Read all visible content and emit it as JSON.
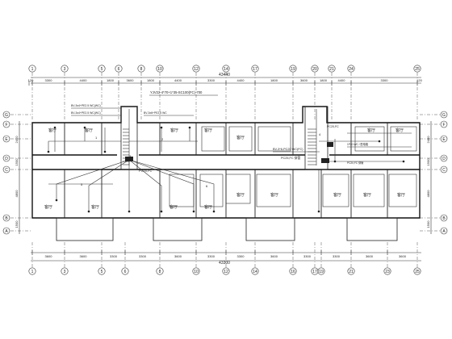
{
  "top_axes": [
    "1",
    "3",
    "5",
    "6",
    "8",
    "10",
    "12",
    "14",
    "17",
    "19",
    "20",
    "21",
    "24",
    "25"
  ],
  "bottom_axes": [
    "1",
    "3",
    "5",
    "6",
    "8",
    "10",
    "12",
    "14",
    "16",
    "17",
    "19",
    "21",
    "23",
    "25"
  ],
  "row_axes": [
    "G",
    "F",
    "E",
    "D",
    "C",
    "B",
    "A"
  ],
  "top_dims": [
    "120",
    "3300",
    "4400",
    "1800",
    "3600",
    "1800",
    "4400",
    "3300",
    "4400",
    "1800",
    "3600",
    "1800",
    "4400",
    "3300",
    "120"
  ],
  "top_total": "43440",
  "bottom_dims": [
    "3600",
    "3600",
    "3300",
    "3300",
    "3600",
    "3300",
    "3300",
    "3600",
    "3300",
    "3300",
    "3600",
    "3600"
  ],
  "bottom_total": "43300",
  "left_dims": [
    "2400",
    "1500",
    "4800",
    "1500"
  ],
  "right_dims": [
    "2400",
    "1500",
    "4800",
    "1500"
  ],
  "room_label": "客厅",
  "notes": {
    "n1": "YJV22-4*70+1*35-SC100(FC)-700",
    "n2": "BV-3x4+PE2.5 WC(WC)",
    "n3": "BV-3x4+PE2.5 WC(WC)",
    "n4": "BV-3x6+PE2.5 WC",
    "n5": "PC20,FC",
    "n6": "BV-3*6-PC20 WC(FC)",
    "n7": "PC25,FC 穿管",
    "n8": "PC20,FC",
    "n9": "1P20-WC / 配电箱",
    "n10": "PC20,FC 穿管"
  },
  "marks": {
    "a": "1",
    "b": "2",
    "c": "3",
    "d": "4",
    "e": "5",
    "f": "6"
  }
}
